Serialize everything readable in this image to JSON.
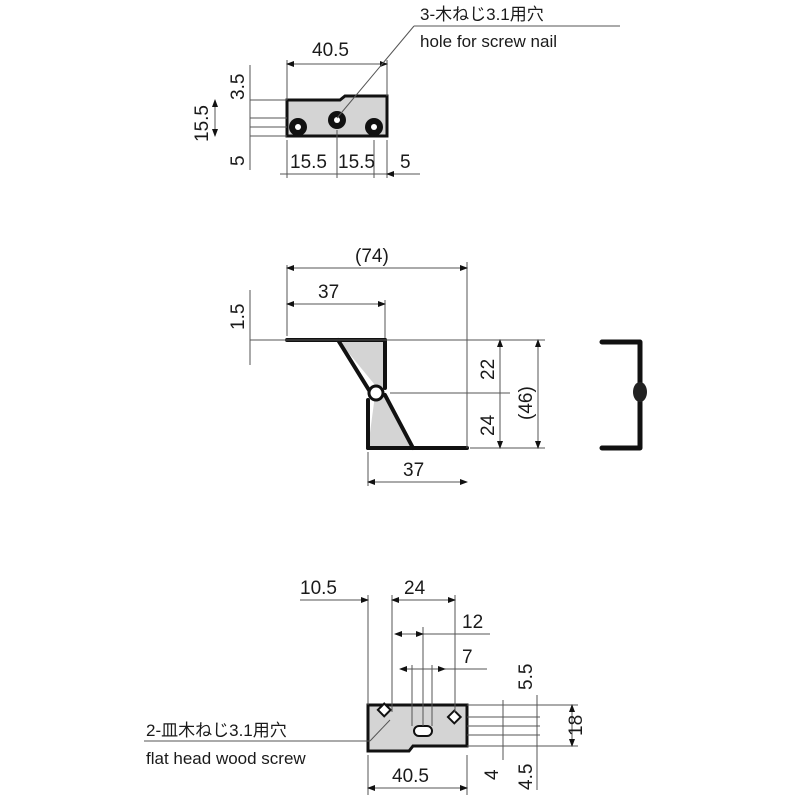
{
  "drawing": {
    "top_view": {
      "callout_ja": "3-木ねじ3.1用穴",
      "callout_en": "hole for screw nail",
      "width": "40.5",
      "height": "15.5",
      "top_offset": "3.5",
      "bottom_offset": "5",
      "hole_pitch_1": "15.5",
      "hole_pitch_2": "15.5",
      "right_offset": "5"
    },
    "side_view": {
      "overall_width": "(74)",
      "top_leg": "37",
      "bottom_leg": "37",
      "thickness": "1.5",
      "upper_height": "22",
      "lower_height": "24",
      "overall_height": "(46)"
    },
    "bottom_view": {
      "callout_ja": "2-皿木ねじ3.1用穴",
      "callout_en": "flat head wood screw",
      "left_offset": "10.5",
      "hole_pitch": "24",
      "slot_center": "12",
      "slot_width": "7",
      "width": "40.5",
      "top_offset": "5.5",
      "height": "18",
      "slot_offset": "4",
      "bottom_offset": "4.5"
    }
  }
}
